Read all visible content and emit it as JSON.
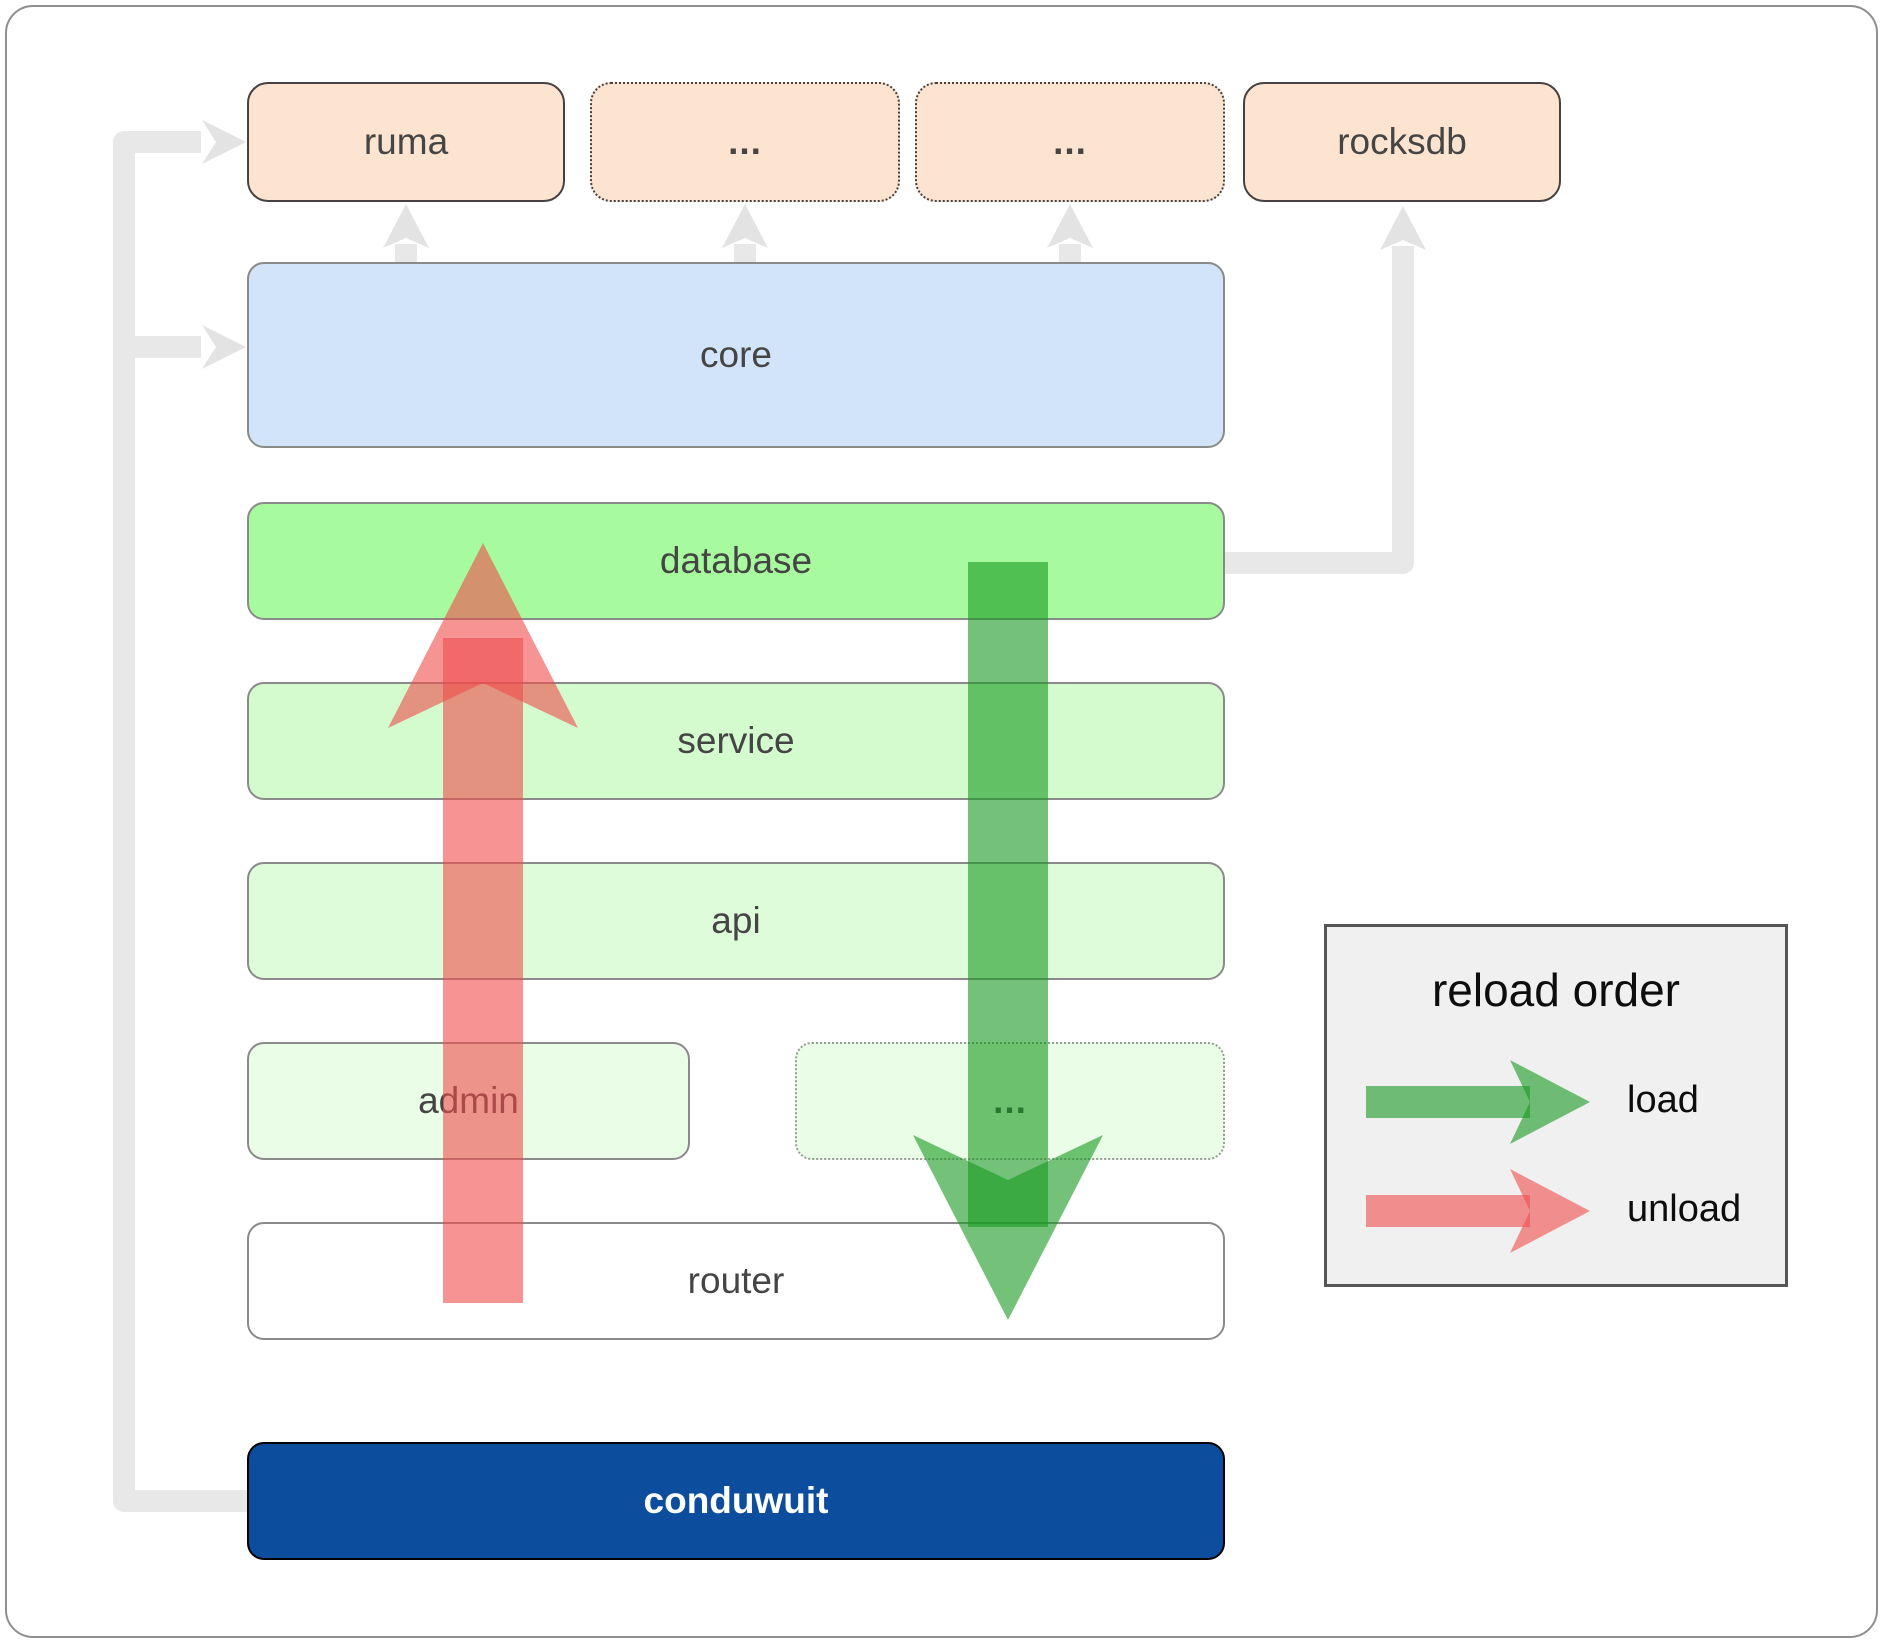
{
  "diagram": {
    "boxes": {
      "ruma": {
        "label": "ruma"
      },
      "dep_more_1": {
        "label": "..."
      },
      "dep_more_2": {
        "label": "..."
      },
      "rocksdb": {
        "label": "rocksdb"
      },
      "core": {
        "label": "core"
      },
      "database": {
        "label": "database"
      },
      "service": {
        "label": "service"
      },
      "api": {
        "label": "api"
      },
      "admin": {
        "label": "admin"
      },
      "admin_more": {
        "label": "..."
      },
      "router": {
        "label": "router"
      },
      "conduwuit": {
        "label": "conduwuit"
      }
    },
    "legend": {
      "title": "reload order",
      "items": [
        {
          "label": "load",
          "color": "#189a1f"
        },
        {
          "label": "unload",
          "color": "#f04c4c"
        }
      ]
    },
    "colors": {
      "dependency_fill": "#fce4d1",
      "core_fill": "#d1e4f9",
      "database_fill": "#a7fa9d",
      "service_fill": "#d3fbcd",
      "api_fill": "#defcd9",
      "admin_fill": "#eafde7",
      "router_fill": "#ffffff",
      "conduwuit_fill": "#0d4d9e",
      "connector_gray": "#e8e8e8",
      "load_arrow_green": "#189a1f",
      "unload_arrow_red": "#f04c4c"
    }
  }
}
